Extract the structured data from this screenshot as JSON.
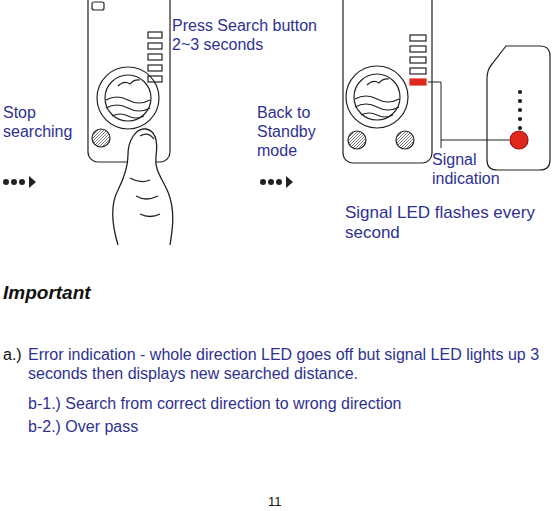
{
  "diagram": {
    "labels": [
      "Press Search button 2~3 seconds",
      "Stop searching",
      "Back to Standby mode",
      "Signal indication",
      "Signal LED flashes every second",
      "Important",
      "a.)",
      "Error indication - whole direction LED goes off but signal LED lights up 3 seconds then displays new searched distance.",
      "b-1.) Search from correct direction to wrong direction",
      "b-2.) Over pass",
      "11"
    ]
  }
}
